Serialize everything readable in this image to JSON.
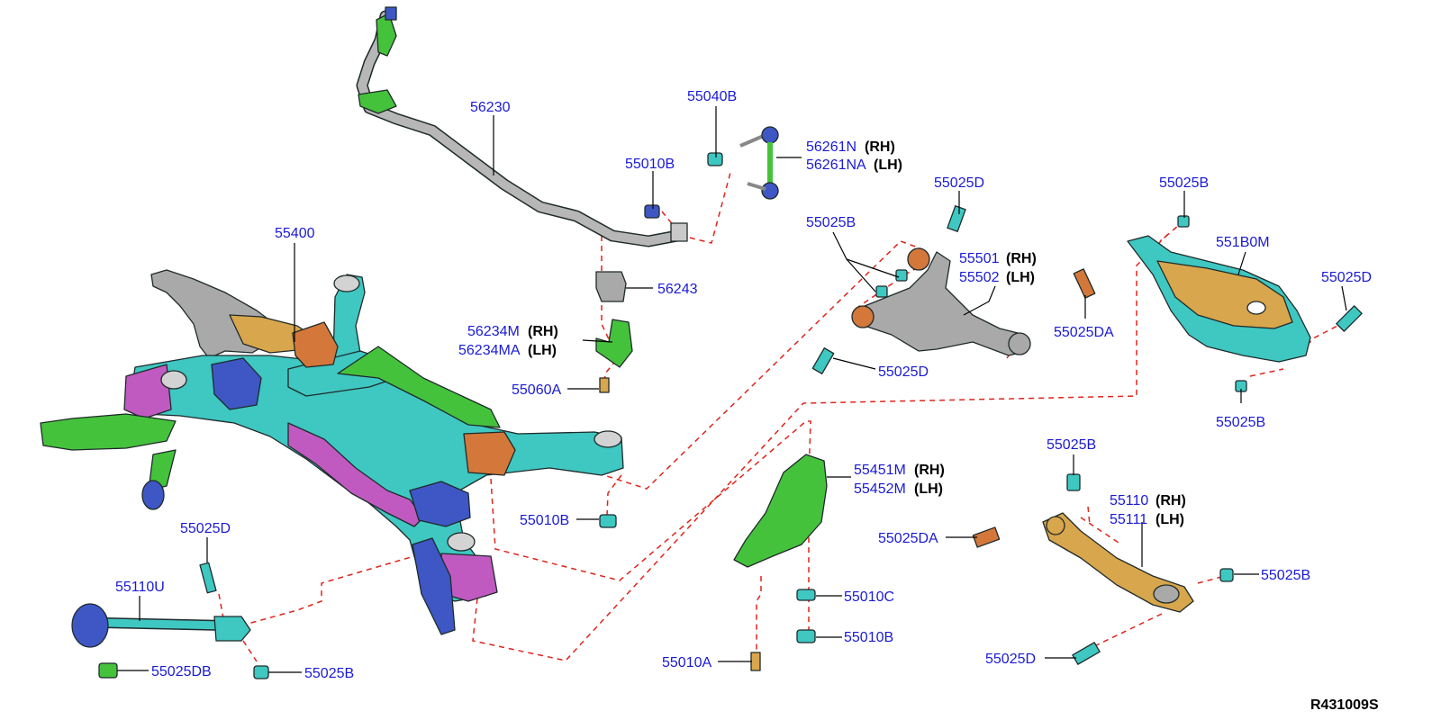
{
  "reference_code": "R431009S",
  "colors": {
    "label": "#1a1ad6",
    "leader": "#000000",
    "dashed_connector": "#e0241b",
    "cyan_part": "#3fc7c2",
    "green_part": "#45c23c",
    "magenta_part": "#c05ac0",
    "gray_part": "#a9a9a9",
    "orange_part": "#d3783a",
    "gold_part": "#d8a64c",
    "blue_part": "#3e57c4"
  },
  "labels": {
    "p56230": "56230",
    "p55040B": "55040B",
    "p55010B_top": "55010B",
    "p56261N": "56261N",
    "p56261N_sfx": "(RH)",
    "p56261NA": "56261NA",
    "p56261NA_sfx": "(LH)",
    "p55025D_top": "55025D",
    "p55025B_top": "55025B",
    "p55501": "55501",
    "p55501_sfx": "(RH)",
    "p55502": "55502",
    "p55502_sfx": "(LH)",
    "p55025D_mid": "55025D",
    "p55025B_right": "55025B",
    "p551B0M": "551B0M",
    "p55025D_right": "55025D",
    "p55025DA_right": "55025DA",
    "p55025B_right2": "55025B",
    "p55400": "55400",
    "p56243": "56243",
    "p56234M": "56234M",
    "p56234M_sfx": "(RH)",
    "p56234MA": "56234MA",
    "p56234MA_sfx": "(LH)",
    "p55060A": "55060A",
    "p55010B_mid": "55010B",
    "p55451M": "55451M",
    "p55451M_sfx": "(RH)",
    "p55452M": "55452M",
    "p55452M_sfx": "(LH)",
    "p55025DA_mid": "55025DA",
    "p55010C": "55010C",
    "p55010B_low": "55010B",
    "p55010A": "55010A",
    "p55025B_low": "55025B",
    "p55110": "55110",
    "p55110_sfx": "(RH)",
    "p55111": "55111",
    "p55111_sfx": "(LH)",
    "p55025B_lowright": "55025B",
    "p55025D_lowright": "55025D",
    "p55025D_left": "55025D",
    "p55110U": "55110U",
    "p55025DB": "55025DB",
    "p55025B_left": "55025B"
  }
}
